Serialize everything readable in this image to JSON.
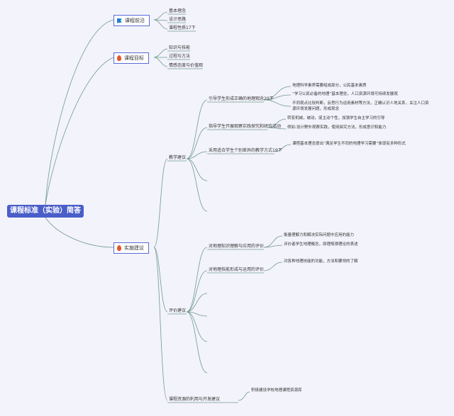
{
  "root": "课程标准（实验）简答",
  "branches": [
    {
      "label": "课程前沿",
      "icon": "flag-icon",
      "items": [
        "基本理念",
        "设计思路",
        "课程性质17下"
      ]
    },
    {
      "label": "课程目标",
      "icon": "fire-icon",
      "items": [
        "知识与技能",
        "过程与方法",
        "情感态度与价值观"
      ]
    },
    {
      "label": "实施建议",
      "icon": "fire-icon"
    }
  ],
  "teaching": {
    "label": "教学建议",
    "g1": {
      "label": "引导学生形成正确的地理观念20下",
      "items": [
        "地理科学素养需要组成部分，公民基本素质",
        "“学习公民必备的地理”基本理念，人口资源环境可持续发展观",
        "不同观点比较判断，反思行为运用素材等方法，正确认识人地关系，关注人口资",
        "源环境发展问题，形成观念"
      ]
    },
    "g2": {
      "label": "指导学生开展观察实践探究和研究活动",
      "items": [
        "转变机械，被动，促主动个性，加强学生自主学习的引导",
        "例如:设计野外观察实践，使用探究方法，形成意识和能力"
      ]
    },
    "g3": {
      "label": "采用适合学生个别差异的教学方式19下",
      "items": [
        "课程基本理念提出“满足学生不同的地理学习需要”体现有多种形式"
      ]
    }
  },
  "evaluation": {
    "label": "评价建议",
    "g1": {
      "label": "对地理知识理解与应用的评价",
      "items": [
        "衡量理解力和解决实际问题中应用的能力",
        "评价者学生地理概念，原理规律理论的表述"
      ]
    },
    "g2": {
      "label": "对地理技能形成与运用的评价",
      "items": [
        "对各种地理技能的功能，方法和要领的了解"
      ]
    }
  },
  "resources": {
    "label": "课程资源的利用与开发建议",
    "items": [
      "积极建设学校地理课程资源库"
    ]
  },
  "colors": {
    "root": "#4a5ec9",
    "line": "#6f9a8c",
    "border": "#5a6bd8"
  }
}
